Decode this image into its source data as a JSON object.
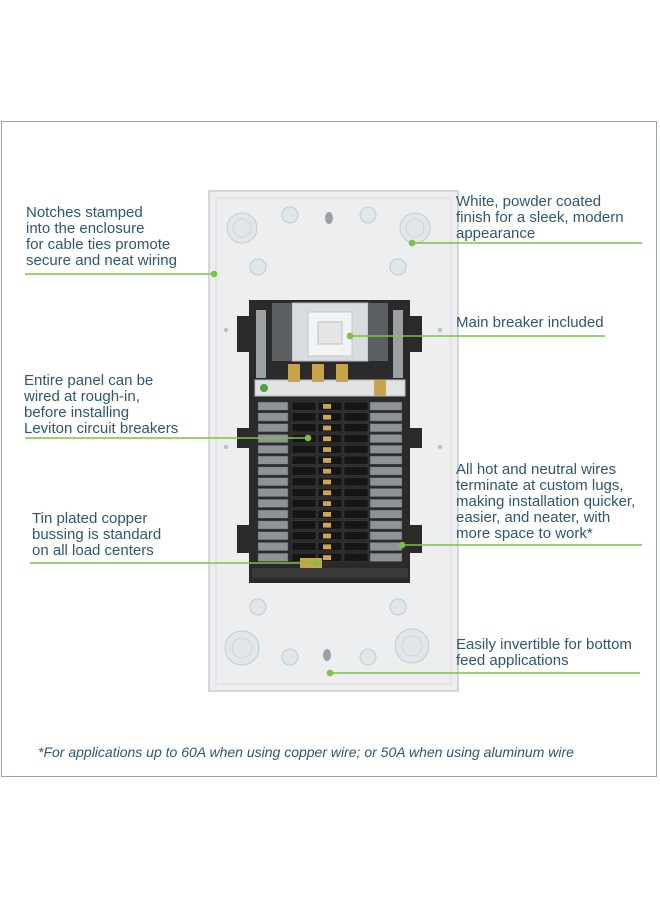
{
  "callouts": {
    "notches": "Notches stamped\ninto the enclosure\nfor cable ties promote\nsecure and neat wiring",
    "finish": "White, powder coated\nfinish for a sleek, modern\nappearance",
    "main_breaker": "Main breaker included",
    "rough_in": "Entire panel can be\nwired at rough-in,\nbefore installing\nLeviton circuit breakers",
    "lugs": "All hot and neutral wires\nterminate at custom lugs,\nmaking installation quicker,\neasier, and neater, with\nmore space to work*",
    "bussing": "Tin plated copper\nbussing is standard\non all load centers",
    "invertible": "Easily invertible for bottom\nfeed applications"
  },
  "footnote": "*For applications up to 60A when using copper wire; or 50A when using aluminum wire",
  "colors": {
    "text": "#2f5675",
    "leader_line": "#7cc242",
    "enclosure": "#e9ecee",
    "breaker": "#1f1f1f"
  }
}
